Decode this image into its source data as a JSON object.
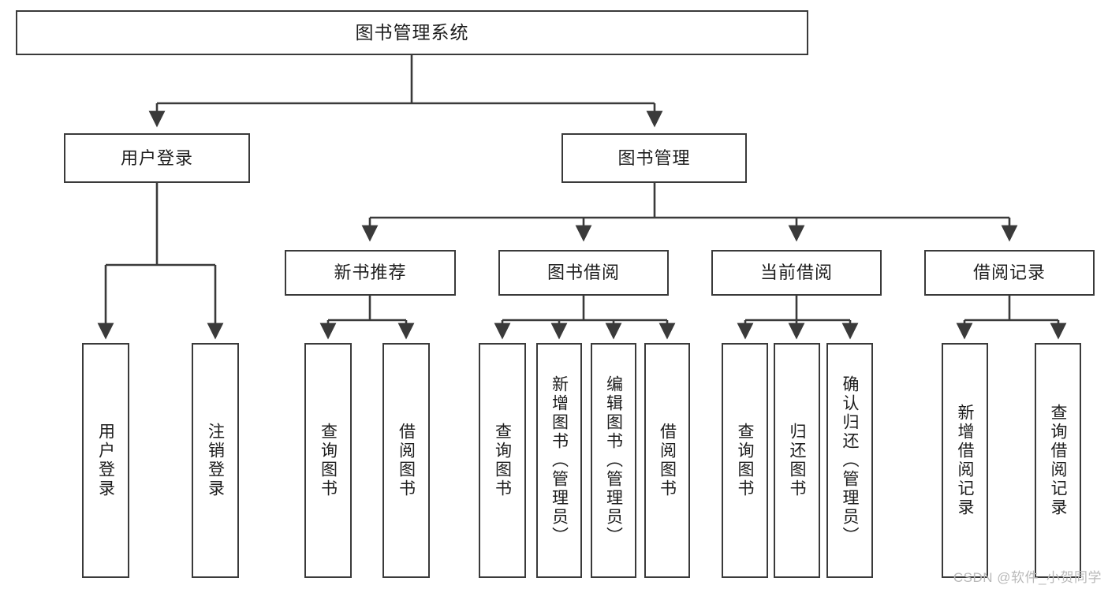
{
  "diagram": {
    "title": "图书管理系统",
    "type": "tree-hierarchy-chart",
    "watermark": "CSDN @软件_小贺同学",
    "nodes": {
      "root": {
        "label": "图书管理系统"
      },
      "level2": [
        {
          "id": "user-login",
          "label": "用户登录"
        },
        {
          "id": "book-manage",
          "label": "图书管理"
        }
      ],
      "level3": [
        {
          "id": "new-book-recommend",
          "label": "新书推荐"
        },
        {
          "id": "book-borrow",
          "label": "图书借阅"
        },
        {
          "id": "current-borrow",
          "label": "当前借阅"
        },
        {
          "id": "borrow-record",
          "label": "借阅记录"
        }
      ],
      "leaves": {
        "user_login": [
          {
            "id": "leaf-user-login",
            "label": "用户登录"
          },
          {
            "id": "leaf-logout-login",
            "label": "注销登录"
          }
        ],
        "new_book_recommend": [
          {
            "id": "leaf-query-book-1",
            "label": "查询图书"
          },
          {
            "id": "leaf-borrow-book-1",
            "label": "借阅图书"
          }
        ],
        "book_borrow": [
          {
            "id": "leaf-query-book-2",
            "label": "查询图书"
          },
          {
            "id": "leaf-add-book",
            "label": "新增图书（管理员）"
          },
          {
            "id": "leaf-edit-book",
            "label": "编辑图书（管理员）"
          },
          {
            "id": "leaf-borrow-book-2",
            "label": "借阅图书"
          }
        ],
        "current_borrow": [
          {
            "id": "leaf-query-book-3",
            "label": "查询图书"
          },
          {
            "id": "leaf-return-book",
            "label": "归还图书"
          },
          {
            "id": "leaf-confirm-return",
            "label": "确认归还（管理员）"
          }
        ],
        "borrow_record": [
          {
            "id": "leaf-add-record",
            "label": "新增借阅记录"
          },
          {
            "id": "leaf-query-record",
            "label": "查询借阅记录"
          }
        ]
      }
    },
    "colors": {
      "stroke": "#3a3a3a",
      "fill": "#ffffff",
      "text": "#1d1d1d",
      "watermark": "#b9b9b9"
    }
  }
}
